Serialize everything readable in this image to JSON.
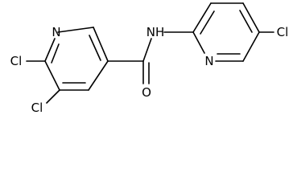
{
  "molecule": {
    "atoms": {
      "ring1_n": "N",
      "cl_c6": "Cl",
      "cl_c5": "Cl",
      "carbonyl_o": "O",
      "amide_nh": "NH",
      "ring2_n": "N",
      "cl_ring2": "Cl"
    },
    "colors": {
      "bond": "#000000",
      "label": "#000000",
      "background": "#ffffff"
    }
  }
}
